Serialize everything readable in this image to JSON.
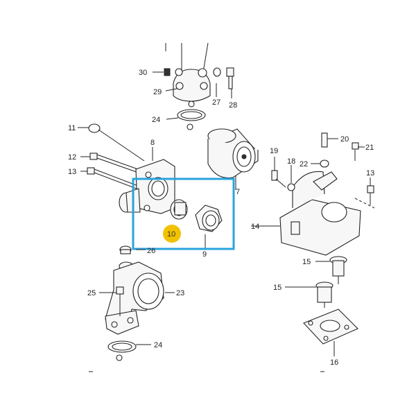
{
  "accent": {
    "highlight_box": "#29a3dd",
    "badge_fill": "#f2c200"
  },
  "callouts": {
    "c30": "30",
    "c29": "29",
    "c27": "27",
    "c28": "28",
    "c24a": "24",
    "c11": "11",
    "c8": "8",
    "c12": "12",
    "c13a": "13",
    "c7": "7",
    "c10": "10",
    "c9": "9",
    "c26": "26",
    "c25": "25",
    "c23": "23",
    "c24b": "24",
    "c19": "19",
    "c18": "18",
    "c20": "20",
    "c22": "22",
    "c21": "21",
    "c13b": "13",
    "c14": "14",
    "c15a": "15",
    "c15b": "15",
    "c16": "16"
  },
  "icons": {
    "highlight": "selection-box",
    "badge": "highlight-badge"
  }
}
